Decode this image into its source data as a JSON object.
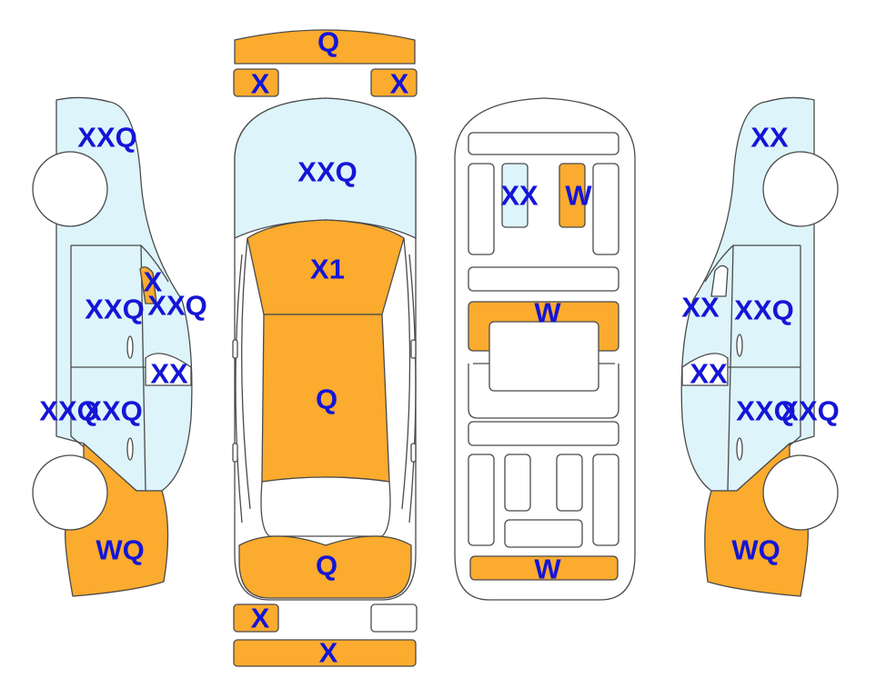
{
  "colors": {
    "damage": "#fbab2e",
    "glass": "#ddf4fb",
    "body": "#ffffff",
    "outline": "#4a4a4a",
    "label": "#1515d6"
  },
  "diagram": {
    "front_bumper": "Q",
    "front_lamp_left": "X",
    "front_lamp_right": "X",
    "windshield": "XXQ",
    "hood": "X1",
    "roof": "Q",
    "trunk": "Q",
    "rear_lamp_left": "X",
    "rear_bumper": "X",
    "interior_seat_left": "XX",
    "interior_seat_right": "W",
    "interior_middle": "W",
    "interior_rear": "W",
    "left_top_glass": "XXQ",
    "left_mirror": "X",
    "left_front_door": "XXQ",
    "left_pillar": "XXQ",
    "left_lower_glass": "XX",
    "left_rear_edge": "XXQ",
    "left_rear_door": "XXQ",
    "left_fender": "WQ",
    "right_top_glass": "XX",
    "right_mirror": "XX",
    "right_front_door": "XXQ",
    "right_lower_glass": "XX",
    "right_rear_door": "XXQ",
    "right_rear_edge": "XXQ",
    "right_fender": "WQ"
  }
}
